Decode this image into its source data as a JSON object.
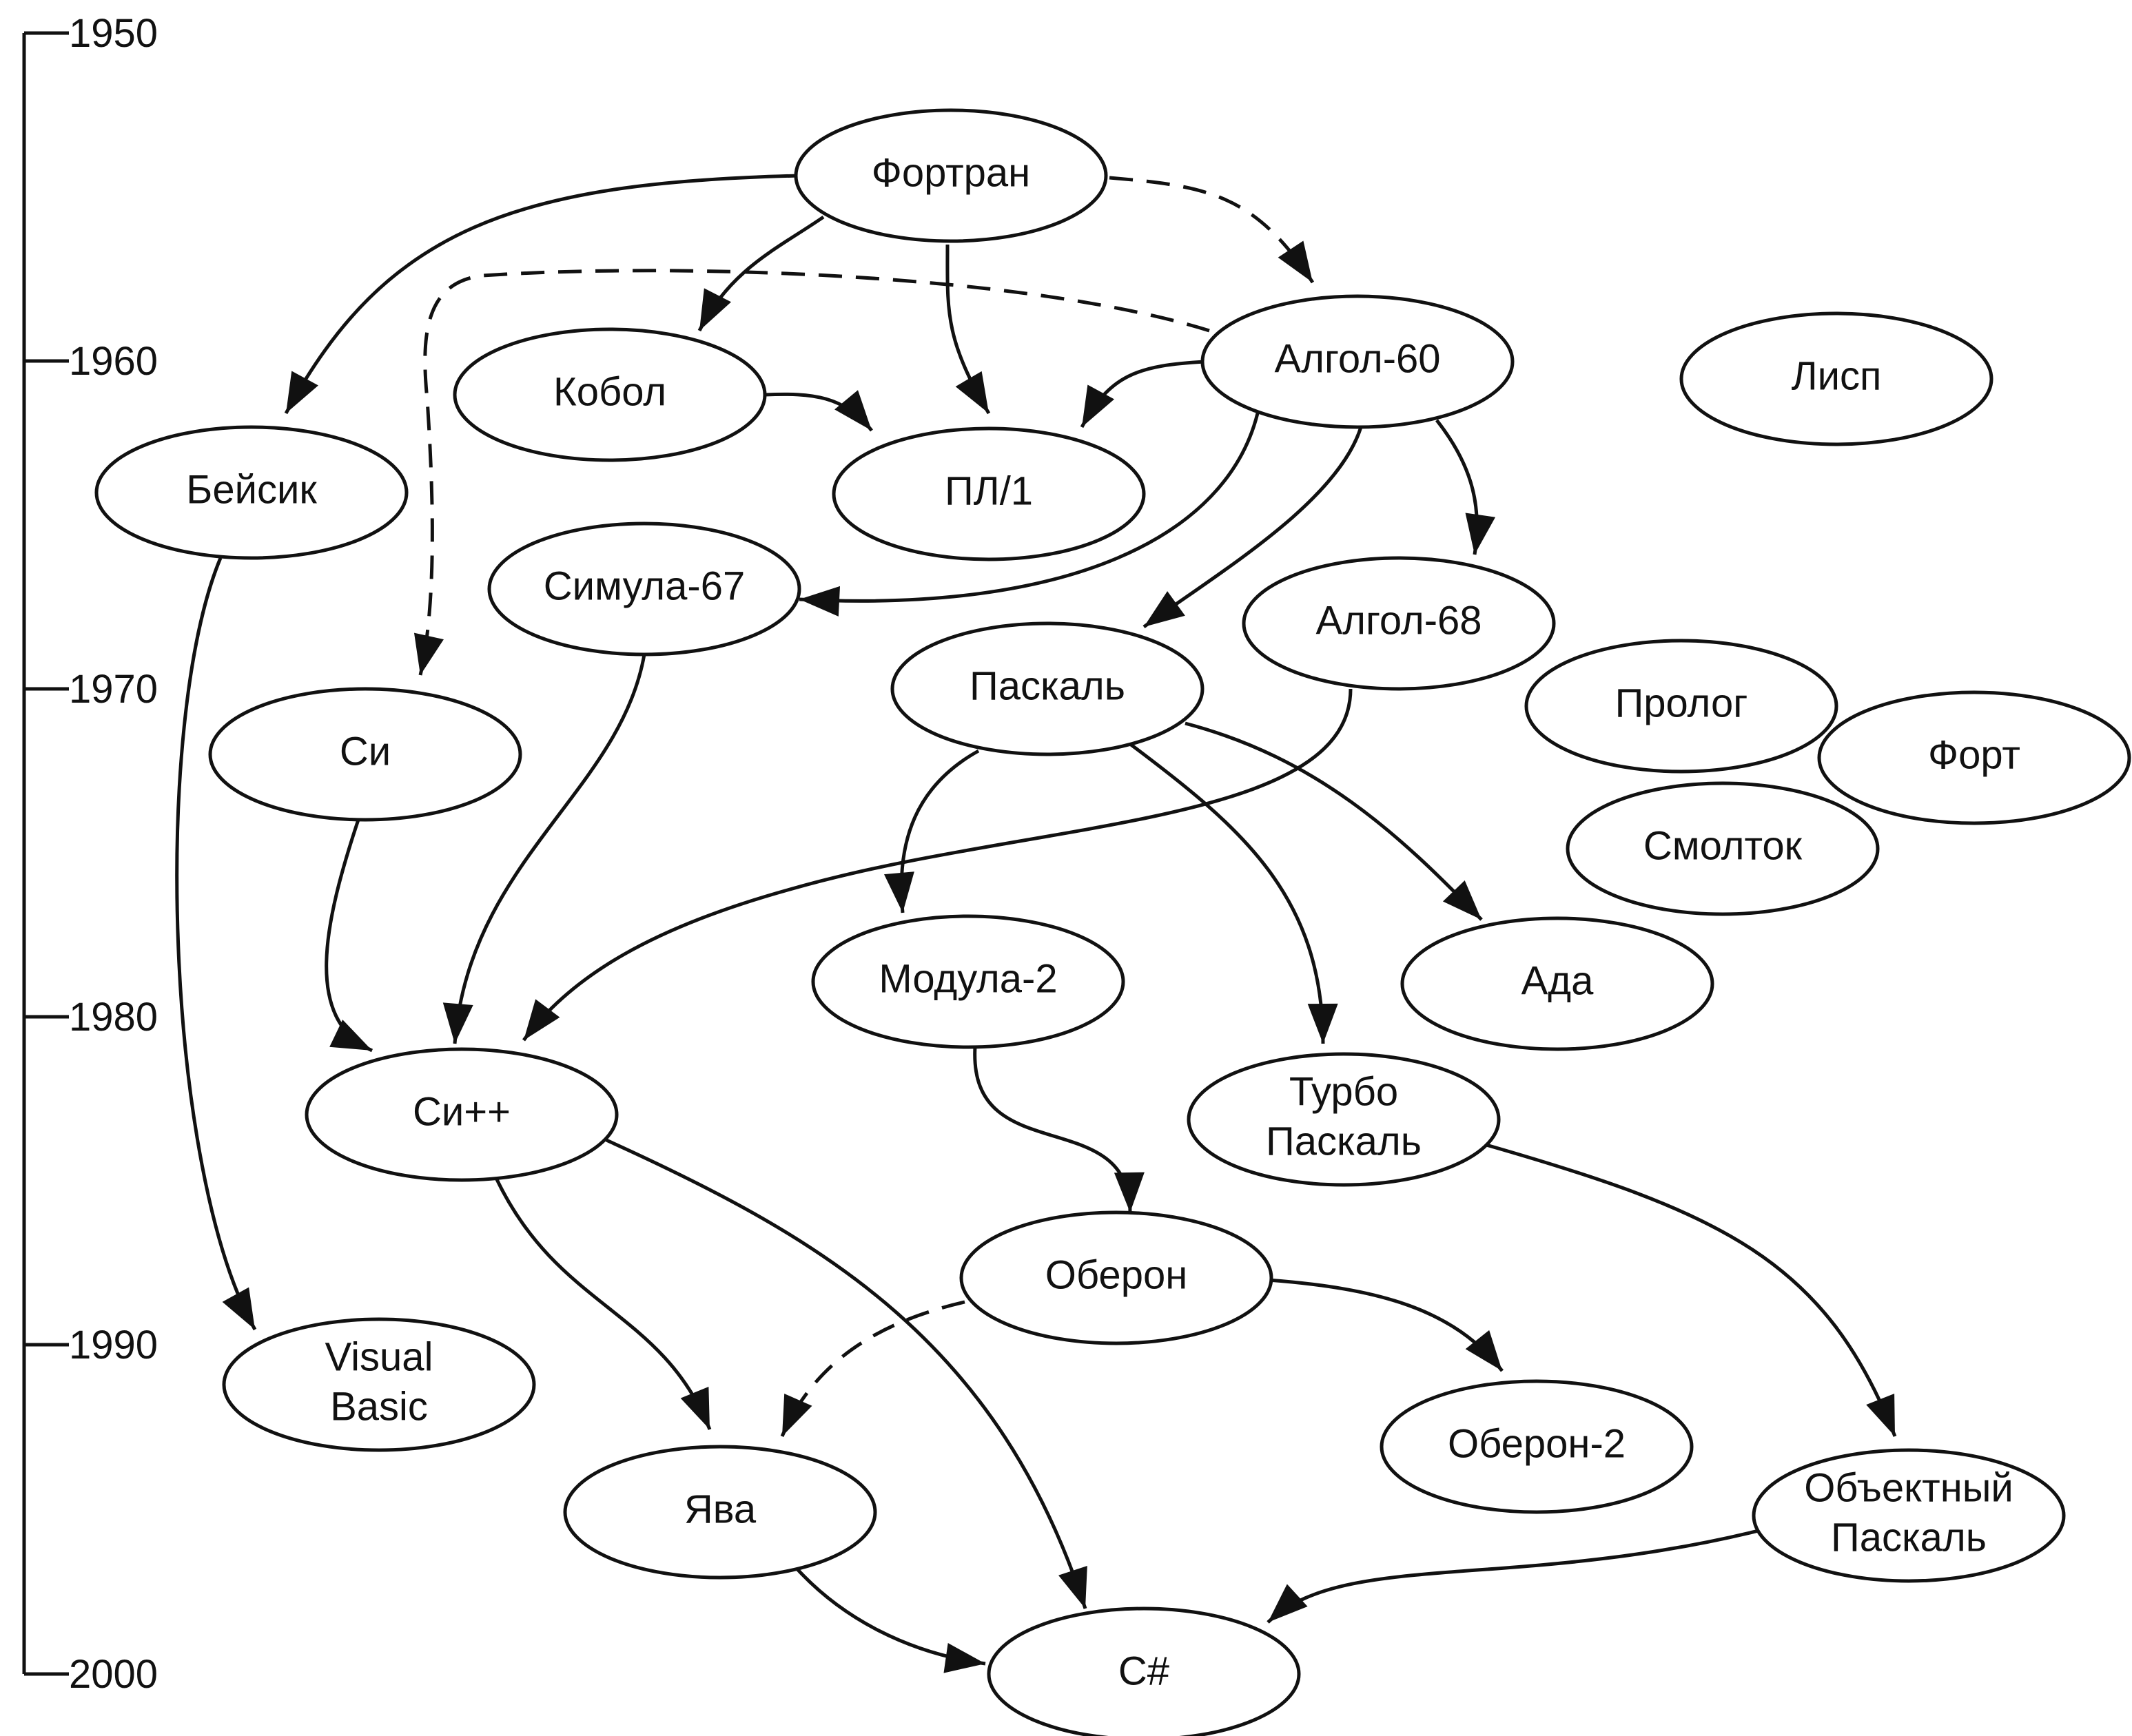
{
  "timeline": {
    "years": [
      "1950",
      "1960",
      "1970",
      "1980",
      "1990",
      "2000"
    ]
  },
  "nodes": [
    {
      "id": "fortran",
      "lines": [
        "Фортран"
      ]
    },
    {
      "id": "algol60",
      "lines": [
        "Алгол-60"
      ]
    },
    {
      "id": "cobol",
      "lines": [
        "Кобол"
      ]
    },
    {
      "id": "lisp",
      "lines": [
        "Лисп"
      ]
    },
    {
      "id": "basic",
      "lines": [
        "Бейсик"
      ]
    },
    {
      "id": "pl1",
      "lines": [
        "ПЛ/1"
      ]
    },
    {
      "id": "simula67",
      "lines": [
        "Симула-67"
      ]
    },
    {
      "id": "algol68",
      "lines": [
        "Алгол-68"
      ]
    },
    {
      "id": "pascal",
      "lines": [
        "Паскаль"
      ]
    },
    {
      "id": "c",
      "lines": [
        "Си"
      ]
    },
    {
      "id": "prolog",
      "lines": [
        "Пролог"
      ]
    },
    {
      "id": "forth",
      "lines": [
        "Форт"
      ]
    },
    {
      "id": "smalltalk",
      "lines": [
        "Смолток"
      ]
    },
    {
      "id": "modula2",
      "lines": [
        "Модула-2"
      ]
    },
    {
      "id": "ada",
      "lines": [
        "Ада"
      ]
    },
    {
      "id": "cpp",
      "lines": [
        "Си++"
      ]
    },
    {
      "id": "turbopascal",
      "lines": [
        "Турбо",
        "Паскаль"
      ]
    },
    {
      "id": "oberon",
      "lines": [
        "Оберон"
      ]
    },
    {
      "id": "visualbasic",
      "lines": [
        "Visual",
        "Basic"
      ]
    },
    {
      "id": "oberon2",
      "lines": [
        "Оберон-2"
      ]
    },
    {
      "id": "objectpascal",
      "lines": [
        "Объектный",
        "Паскаль"
      ]
    },
    {
      "id": "java",
      "lines": [
        "Ява"
      ]
    },
    {
      "id": "csharp",
      "lines": [
        "C#"
      ]
    }
  ],
  "edges": [
    {
      "from": "fortran",
      "to": "basic",
      "style": "solid"
    },
    {
      "from": "fortran",
      "to": "cobol",
      "style": "solid"
    },
    {
      "from": "fortran",
      "to": "pl1",
      "style": "solid"
    },
    {
      "from": "fortran",
      "to": "algol60",
      "style": "dashed"
    },
    {
      "from": "algol60",
      "to": "c",
      "style": "dashed"
    },
    {
      "from": "algol60",
      "to": "pl1",
      "style": "solid"
    },
    {
      "from": "cobol",
      "to": "pl1",
      "style": "solid"
    },
    {
      "from": "algol60",
      "to": "simula67",
      "style": "solid"
    },
    {
      "from": "algol60",
      "to": "pascal",
      "style": "solid"
    },
    {
      "from": "algol60",
      "to": "algol68",
      "style": "solid"
    },
    {
      "from": "basic",
      "to": "visualbasic",
      "style": "solid"
    },
    {
      "from": "c",
      "to": "cpp",
      "style": "solid"
    },
    {
      "from": "simula67",
      "to": "cpp",
      "style": "solid"
    },
    {
      "from": "algol68",
      "to": "cpp",
      "style": "solid"
    },
    {
      "from": "pascal",
      "to": "modula2",
      "style": "solid"
    },
    {
      "from": "pascal",
      "to": "turbopascal",
      "style": "solid"
    },
    {
      "from": "pascal",
      "to": "ada",
      "style": "solid"
    },
    {
      "from": "modula2",
      "to": "oberon",
      "style": "solid"
    },
    {
      "from": "oberon",
      "to": "java",
      "style": "dashed"
    },
    {
      "from": "oberon",
      "to": "oberon2",
      "style": "solid"
    },
    {
      "from": "turbopascal",
      "to": "objectpascal",
      "style": "solid"
    },
    {
      "from": "cpp",
      "to": "java",
      "style": "solid"
    },
    {
      "from": "cpp",
      "to": "csharp",
      "style": "solid"
    },
    {
      "from": "java",
      "to": "csharp",
      "style": "solid"
    },
    {
      "from": "objectpascal",
      "to": "csharp",
      "style": "solid"
    }
  ]
}
